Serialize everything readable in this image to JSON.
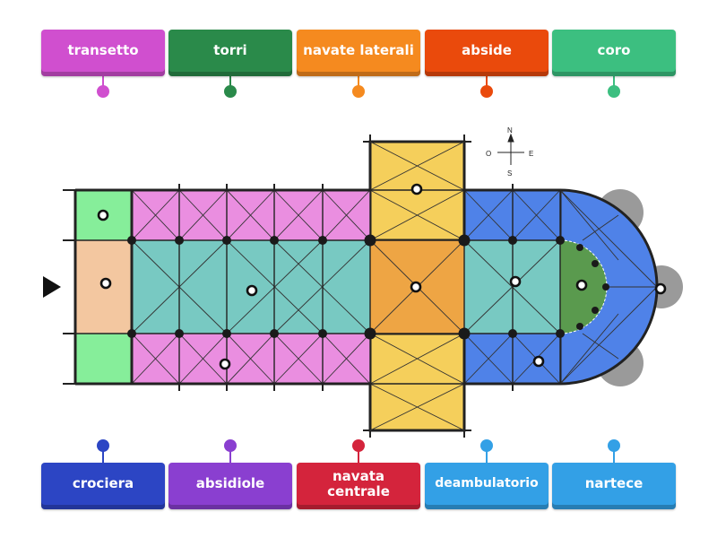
{
  "top_labels": [
    {
      "id": "transetto",
      "text": "transetto",
      "color": "#d04fcf"
    },
    {
      "id": "torri",
      "text": "torri",
      "color": "#2a8a4a"
    },
    {
      "id": "navate-laterali",
      "text": "navate laterali",
      "color": "#f58a1f"
    },
    {
      "id": "abside",
      "text": "abside",
      "color": "#ea4a0c"
    },
    {
      "id": "coro",
      "text": "coro",
      "color": "#3cbf80"
    }
  ],
  "bottom_labels": [
    {
      "id": "crociera",
      "text": "crociera",
      "color": "#2c45c4"
    },
    {
      "id": "absidiole",
      "text": "absidiole",
      "color": "#8a3fd0"
    },
    {
      "id": "navata-centrale",
      "text": "navata\ncentrale",
      "color": "#d4243c"
    },
    {
      "id": "deambulatorio",
      "text": "deambulatorio",
      "color": "#33a0e6"
    },
    {
      "id": "nartece",
      "text": "nartece",
      "color": "#33a0e6"
    }
  ],
  "compass": {
    "n": "N",
    "s": "S",
    "e": "E",
    "o": "O"
  },
  "colors": {
    "narthex_tower": "#86ee9a",
    "narthex_center": "#f3c7a0",
    "side_aisle": "#ea8ee0",
    "central_nave": "#78c9c2",
    "crossing": "#eea544",
    "transept": "#f5cf5b",
    "ambulatory": "#4f82e8",
    "choir": "#5a9a4e",
    "chapel": "#9a9a9a"
  }
}
